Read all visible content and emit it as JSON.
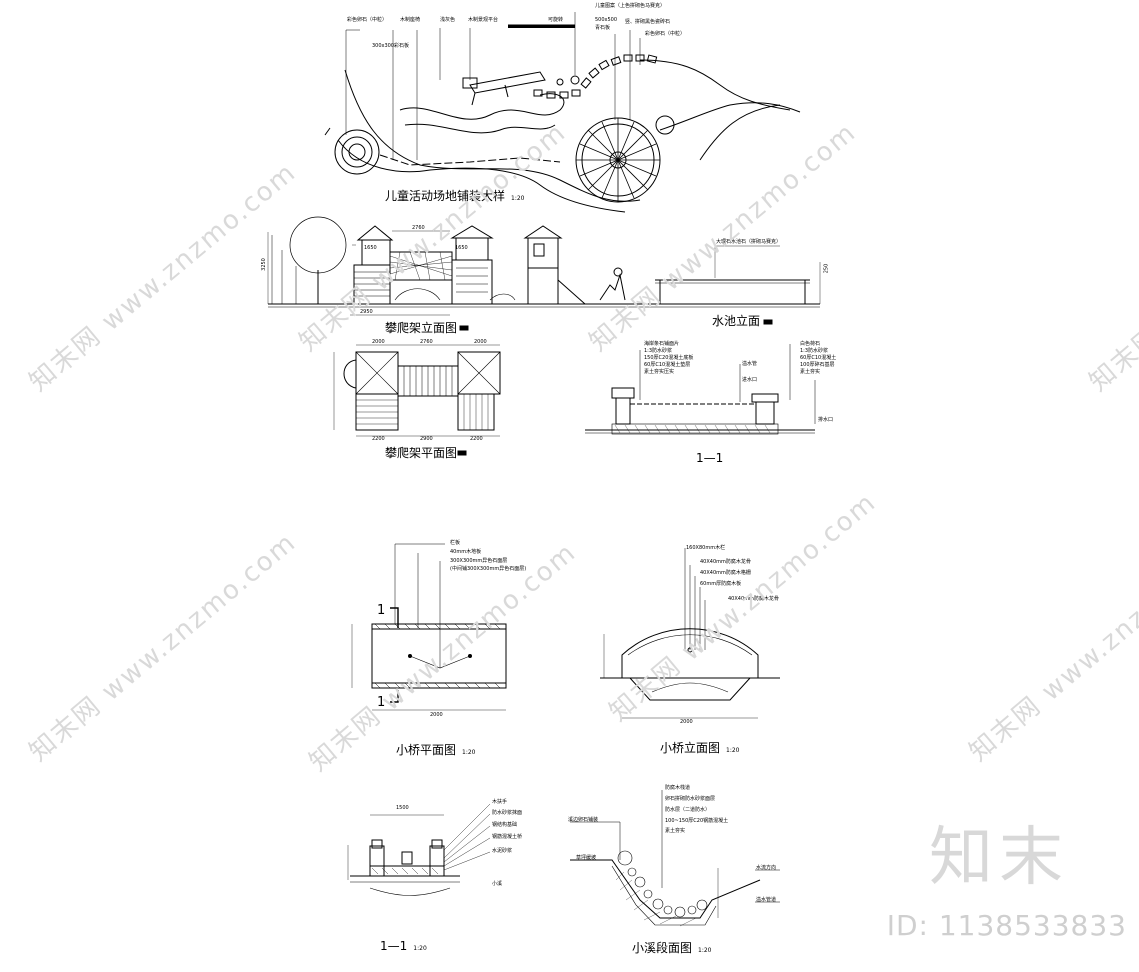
{
  "watermark": {
    "site": "www.znzmo.com",
    "brand": "知末网"
  },
  "logo": "知末",
  "image_id": "ID: 1138533833",
  "drawings": {
    "playground": {
      "title": "儿童活动场地铺装大样",
      "scale": "1:20",
      "callouts": [
        "彩色卵石（中粒）",
        "木制座椅",
        "浅灰色",
        "木制景观平台",
        "可旋转",
        "儿童图案（上色拼砌色马赛克）",
        "500x500",
        "青石板",
        "竖、拼砌黑色瓷砖石",
        "彩色卵石（中粒）",
        "300x300彩石板"
      ]
    },
    "climbing_elevation": {
      "title": "攀爬架立面图",
      "dims": [
        "2760",
        "1650",
        "1650",
        "3250",
        "2950"
      ]
    },
    "pool_elevation": {
      "title": "水池立面",
      "callouts": [
        "大理石水池石（拼砌马赛克）",
        "250"
      ]
    },
    "climbing_plan": {
      "title": "攀爬架平面图",
      "dims": [
        "2000",
        "2760",
        "2000",
        "2200",
        "2900",
        "2200"
      ]
    },
    "section_1_1_pool": {
      "title": "1—1",
      "callouts_left": [
        "海岸条石铺面片",
        "1:3防水砂浆",
        "150厚C20混凝土底板",
        "60厚C10混凝土垫层",
        "素土夯实压实"
      ],
      "callouts_right": [
        "白色荷石",
        "1:3防水砂浆",
        "60厚C10混凝土",
        "100厚碎石基层",
        "素土夯实"
      ],
      "mid": [
        "溢水管",
        "进水口",
        "排水口"
      ]
    },
    "bridge_plan": {
      "title": "小桥平面图",
      "scale": "1:20",
      "cut": "1",
      "callouts": [
        "栏板",
        "40mm木地板",
        "300X300mm异色石面层",
        "(中间铺300X300mm异色石面层)"
      ],
      "dim": "2000"
    },
    "bridge_elevation": {
      "title": "小桥立面图",
      "scale": "1:20",
      "callouts": [
        "160X80mm木栏",
        "40X40mm防腐木龙骨",
        "40X40mm防腐木格栅",
        "60mm厚防腐木板",
        "40X40mm防腐木龙骨"
      ],
      "dim": "2000"
    },
    "section_1_1_bridge": {
      "title": "1—1",
      "scale": "1:20",
      "callouts": [
        "木扶手",
        "防水砂浆抹面",
        "钢结构基础",
        "钢筋混凝土桥",
        "水泥砂浆",
        "小溪"
      ],
      "dim": "1500"
    },
    "stream_section": {
      "title": "小溪段面图",
      "scale": "1:20",
      "callouts": [
        "防腐木栈道",
        "卵石拼砌防水砂浆面层",
        "防水层（二道防水）",
        "100~150厚C20钢筋混凝土",
        "素土夯实",
        "溪边卵石铺装",
        "草坪缓坡",
        "水流方向",
        "溢水管道"
      ]
    }
  }
}
